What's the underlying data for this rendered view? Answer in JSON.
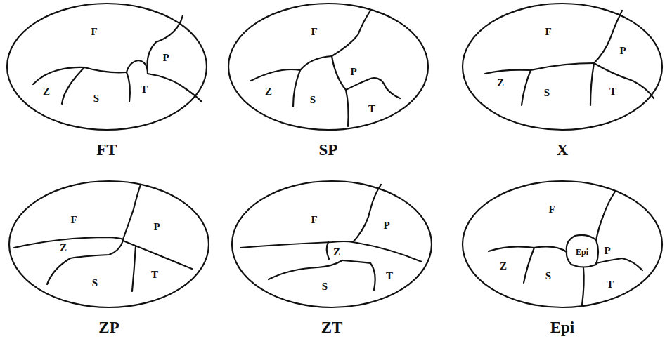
{
  "diagram": {
    "nodes": [
      {
        "text": [
          "F",
          "Z",
          "S",
          "P",
          "T",
          "FT"
        ]
      },
      {
        "text": [
          "F",
          "Z",
          "S",
          "P",
          "T",
          "SP"
        ]
      },
      {
        "text": [
          "F",
          "Z",
          "S",
          "P",
          "T",
          "X"
        ]
      },
      {
        "text": [
          "F",
          "Z",
          "S",
          "P",
          "T",
          "ZP"
        ]
      },
      {
        "text": [
          "F",
          "Z",
          "S",
          "P",
          "T",
          "ZT"
        ]
      },
      {
        "text": [
          "F",
          "Z",
          "S",
          "Epi",
          "P",
          "T",
          "Epi"
        ]
      }
    ]
  }
}
